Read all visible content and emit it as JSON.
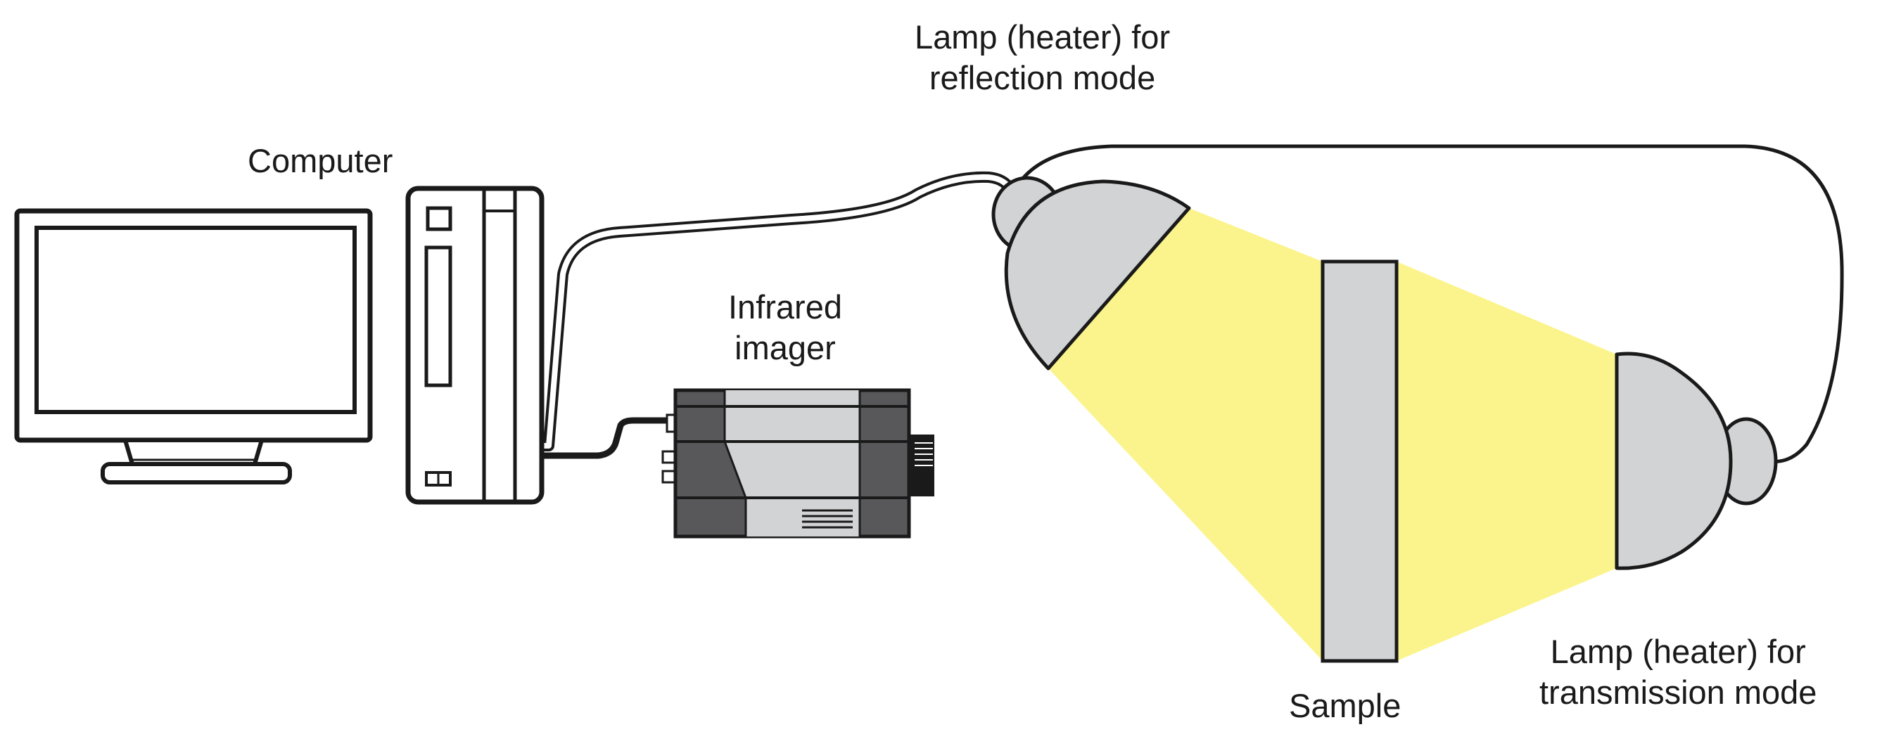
{
  "labels": {
    "computer": "Computer",
    "infrared_imager": [
      "Infrared",
      "imager"
    ],
    "lamp_reflection": [
      "Lamp (heater) for",
      "reflection mode"
    ],
    "lamp_transmission": [
      "Lamp (heater) for",
      "transmission mode"
    ],
    "sample": "Sample"
  },
  "colors": {
    "outline": "#1a1a1a",
    "light_beam": "#fbf48c",
    "lamp_gray": "#d2d3d5",
    "sample_gray": "#d2d3d5",
    "imager_dark": "#58585a",
    "imager_light": "#d2d3d5"
  }
}
